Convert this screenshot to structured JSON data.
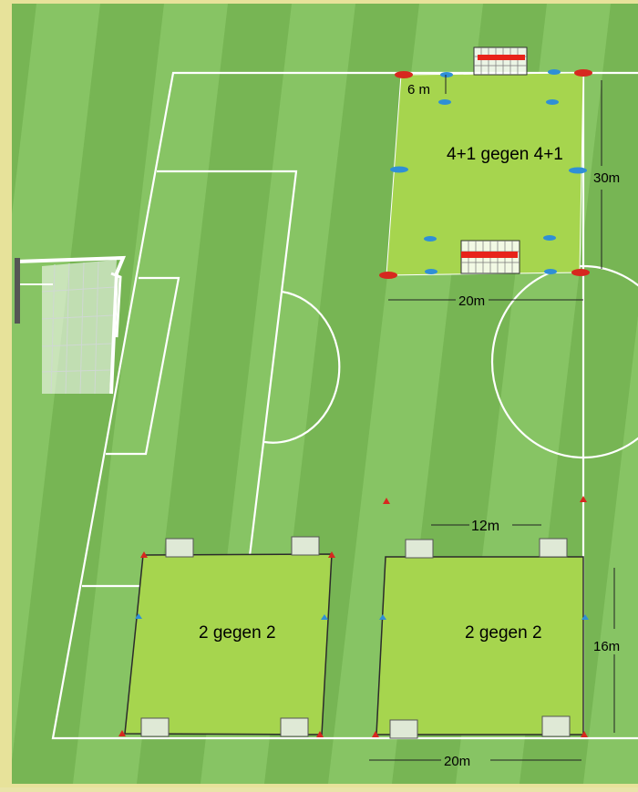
{
  "colors": {
    "grass_dark": "#6fae4e",
    "grass_light": "#86c063",
    "zone_fill": "#a6d54e",
    "line": "#ffffff",
    "cone_red": "#d7281f",
    "cone_blue": "#2f8fd6",
    "frame_border": "#e7e29a"
  },
  "zones": {
    "top": {
      "label": "4+1 gegen 4+1",
      "width_label": "20m",
      "height_label": "30m",
      "goal_gap_label": "6 m"
    },
    "bottom_left": {
      "label": "2 gegen 2"
    },
    "bottom_right": {
      "label": "2 gegen 2",
      "height_label": "16m"
    },
    "bottom_spacing_label": "12m",
    "bottom_width_label": "20m"
  },
  "icons": [
    "full-goal-icon",
    "mini-goal-icon",
    "cone-icon",
    "disc-cone-icon"
  ]
}
